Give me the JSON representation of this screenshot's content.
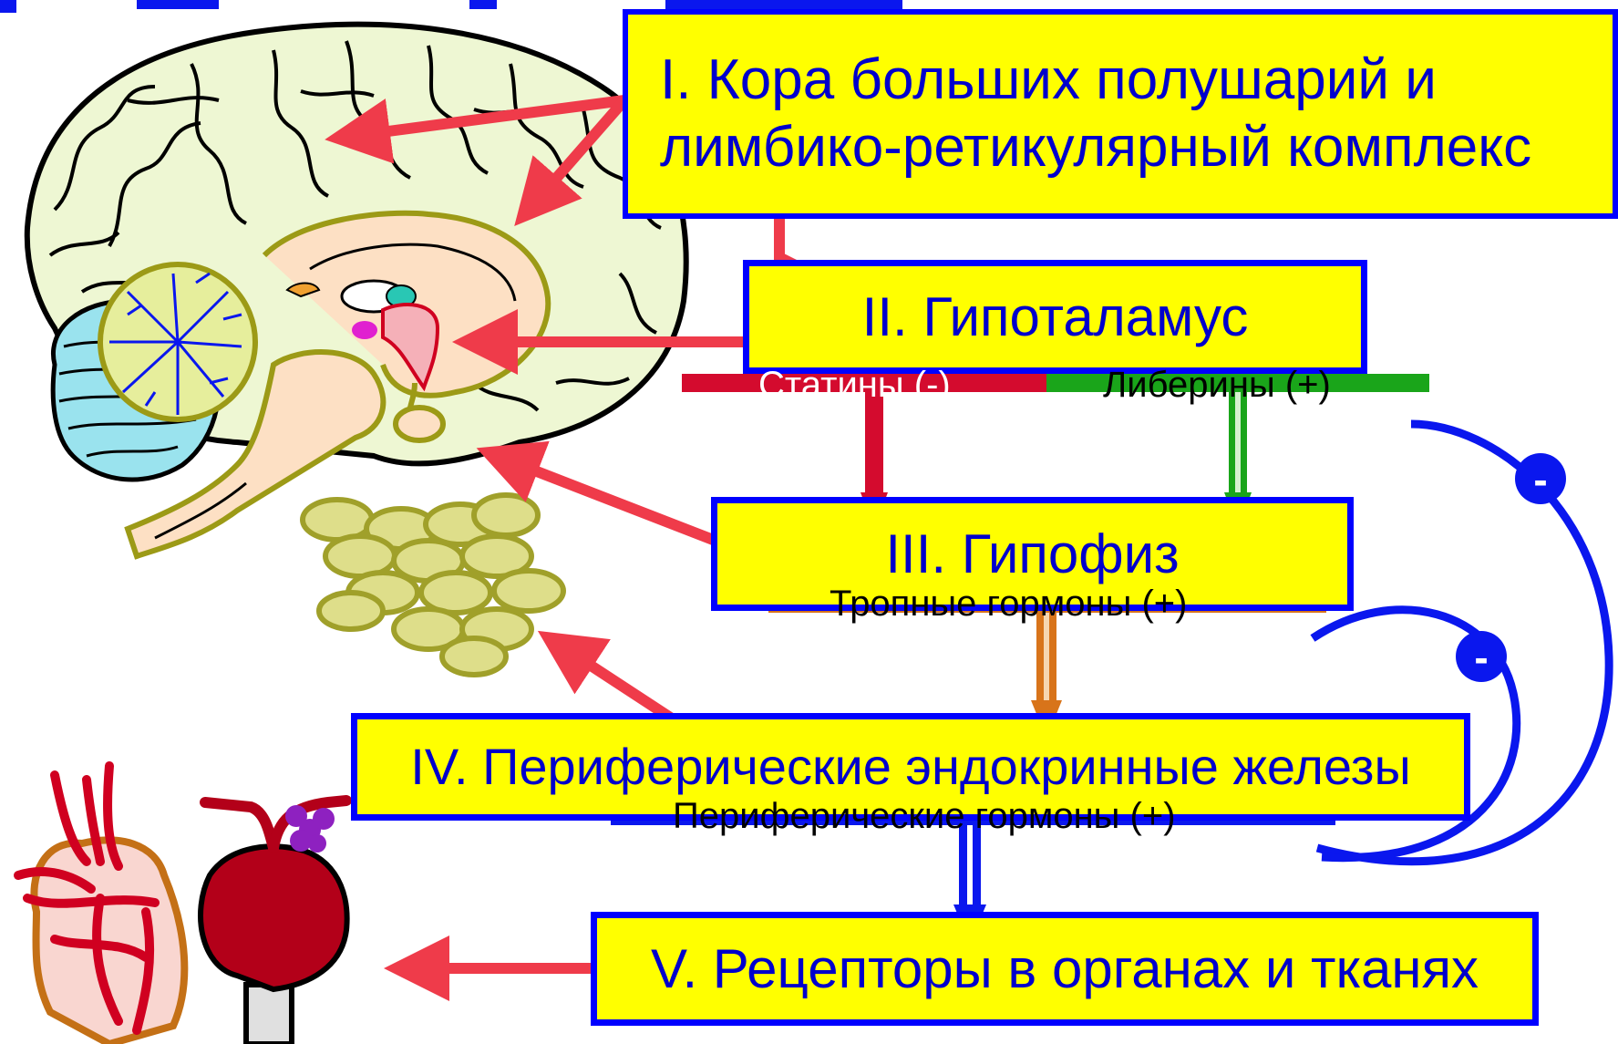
{
  "levels": {
    "l1": {
      "line1": "I. Кора больших полушарий и",
      "line2": "лимбико-ретикулярный комплекс"
    },
    "l2": "II. Гипоталамус",
    "l3": "III. Гипофиз",
    "l4": "IV. Периферические эндокринные железы",
    "l5": "V. Рецепторы в органах и тканях"
  },
  "hormones": {
    "statins": "Статины (-)",
    "liberins": "Либерины (+)",
    "tropic": "Тропные гормоны (+)",
    "peripheral": "Периферические гормоны (+)"
  },
  "feedback": {
    "minus_sign": "-"
  },
  "colors": {
    "box_fill": "#ffff00",
    "box_border": "#0000ff",
    "box_text": "#0000cc",
    "statins": "#d40b2e",
    "liberins": "#1aa51a",
    "tropic": "#d8741a",
    "peripheral": "#0a17ee",
    "pointer_arrow": "#ef3b4a",
    "feedback": "#0a17ee"
  },
  "icons": [
    "brain-icon",
    "glands-icon",
    "heart-icon",
    "stomach-icon"
  ]
}
